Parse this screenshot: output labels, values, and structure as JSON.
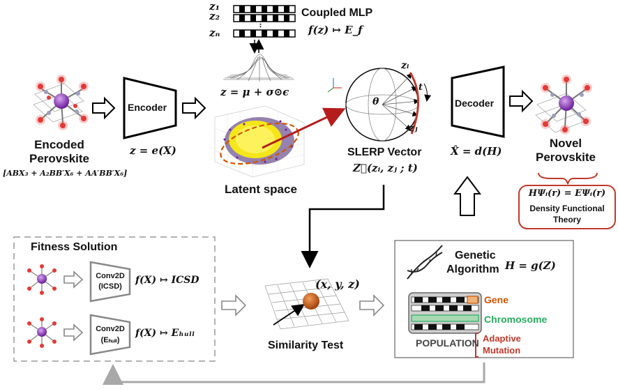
{
  "mlp": {
    "title": "Coupled MLP",
    "formula": "f(z) ↦ E_f",
    "z1": "z₁",
    "z2": "z₂",
    "zn": "zₙ",
    "dots": "⋮"
  },
  "input": {
    "title_line1": "Encoded",
    "title_line2": "Perovskite",
    "formula": "[ABX₃ + A₂BB′X₆ + AA′BB′X₆]"
  },
  "encoder": {
    "label": "Encoder",
    "formula": "z = e(X)"
  },
  "latent": {
    "reparam": "z = μ + σ⊙ϵ",
    "label": "Latent space"
  },
  "slerp": {
    "label": "SLERP Vector",
    "formula": "Z⃗(zᵢ, zⱼ ; t)",
    "theta": "θ",
    "zi": "zᵢ",
    "zj": "zⱼ",
    "t": "t"
  },
  "decoder": {
    "label": "Decoder",
    "formula": "X̂ = d(H)"
  },
  "output": {
    "title_line1": "Novel",
    "title_line2": "Perovskite",
    "dft_formula": "HΨᵢ(r) = EΨᵢ(r)",
    "dft_line1": "Density Functional",
    "dft_line2": "Theory"
  },
  "fitness": {
    "title": "Fitness Solution",
    "conv1_line1": "Conv2D",
    "conv1_line2": "(ICSD)",
    "conv1_formula": "f(X) ↦ ICSD",
    "conv2_line1": "Conv2D",
    "conv2_line2": "(Eₕᵤₗₗ)",
    "conv2_formula": "f(X) ↦ Eₕᵤₗₗ"
  },
  "similarity": {
    "coords": "(x, y, z)",
    "label": "Similarity Test"
  },
  "genetic": {
    "title_line1": "Genetic",
    "title_line2": "Algorithm",
    "formula": "H = g(Z)",
    "gene": "Gene",
    "chromosome": "Chromosome",
    "population": "POPULATION",
    "mutation_line1": "Adaptive",
    "mutation_line2": "Mutation"
  },
  "colors": {
    "red": "#c0392b",
    "darkred": "#b71c1c",
    "gene": "#d35400",
    "chromosome": "#27ae60",
    "gray": "#a0a0a0",
    "atom_purple": "#7b1fa2",
    "atom_red": "#e53935",
    "latent_yellow": "#f4e619"
  }
}
